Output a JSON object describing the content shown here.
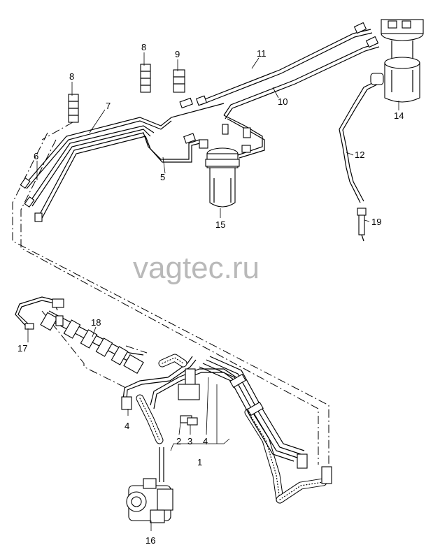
{
  "watermark": "vagtec.ru",
  "callouts": {
    "c1": "1",
    "c2": "2",
    "c3": "3",
    "c4a": "4",
    "c4b": "4",
    "c5": "5",
    "c6": "6",
    "c7": "7",
    "c8a": "8",
    "c8b": "8",
    "c9": "9",
    "c10": "10",
    "c11": "11",
    "c12": "12",
    "c14": "14",
    "c15": "15",
    "c16": "16",
    "c17": "17",
    "c18": "18",
    "c19": "19"
  }
}
